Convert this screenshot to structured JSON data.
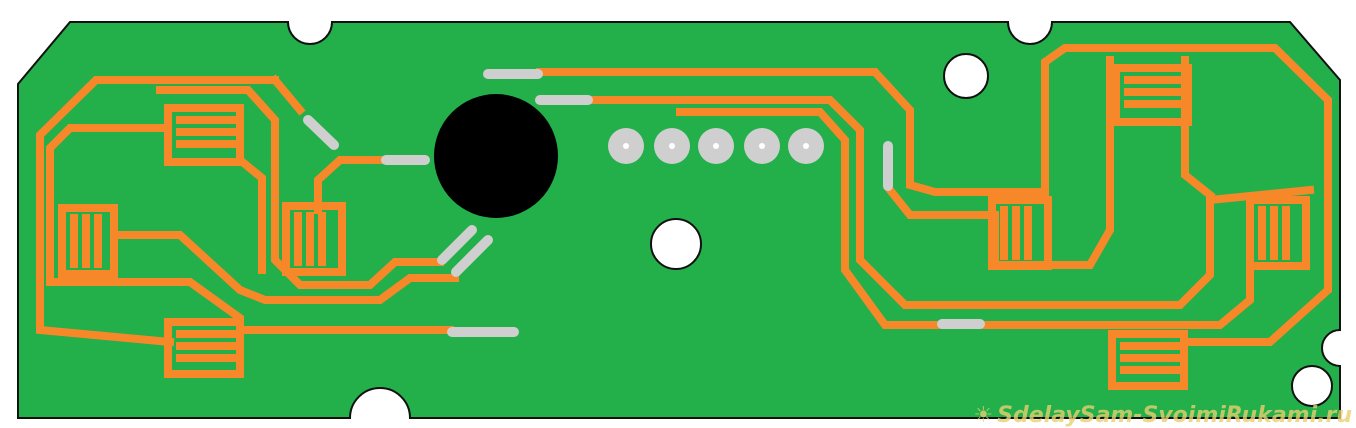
{
  "board": {
    "colors": {
      "substrate": "#23af4a",
      "copper_trace": "#f7882a",
      "pad": "#cfcfcf",
      "mount_hole": "#ffffff",
      "component": "#000000",
      "outline": "#111111"
    },
    "sensors": [
      "sensor-1",
      "sensor-2",
      "sensor-3",
      "sensor-4",
      "sensor-5",
      "sensor-6",
      "sensor-7"
    ],
    "connector_pins": 5
  },
  "watermark": {
    "icon": "sun-icon",
    "text": "SdelaySam-SvoimiRukami.ru"
  }
}
